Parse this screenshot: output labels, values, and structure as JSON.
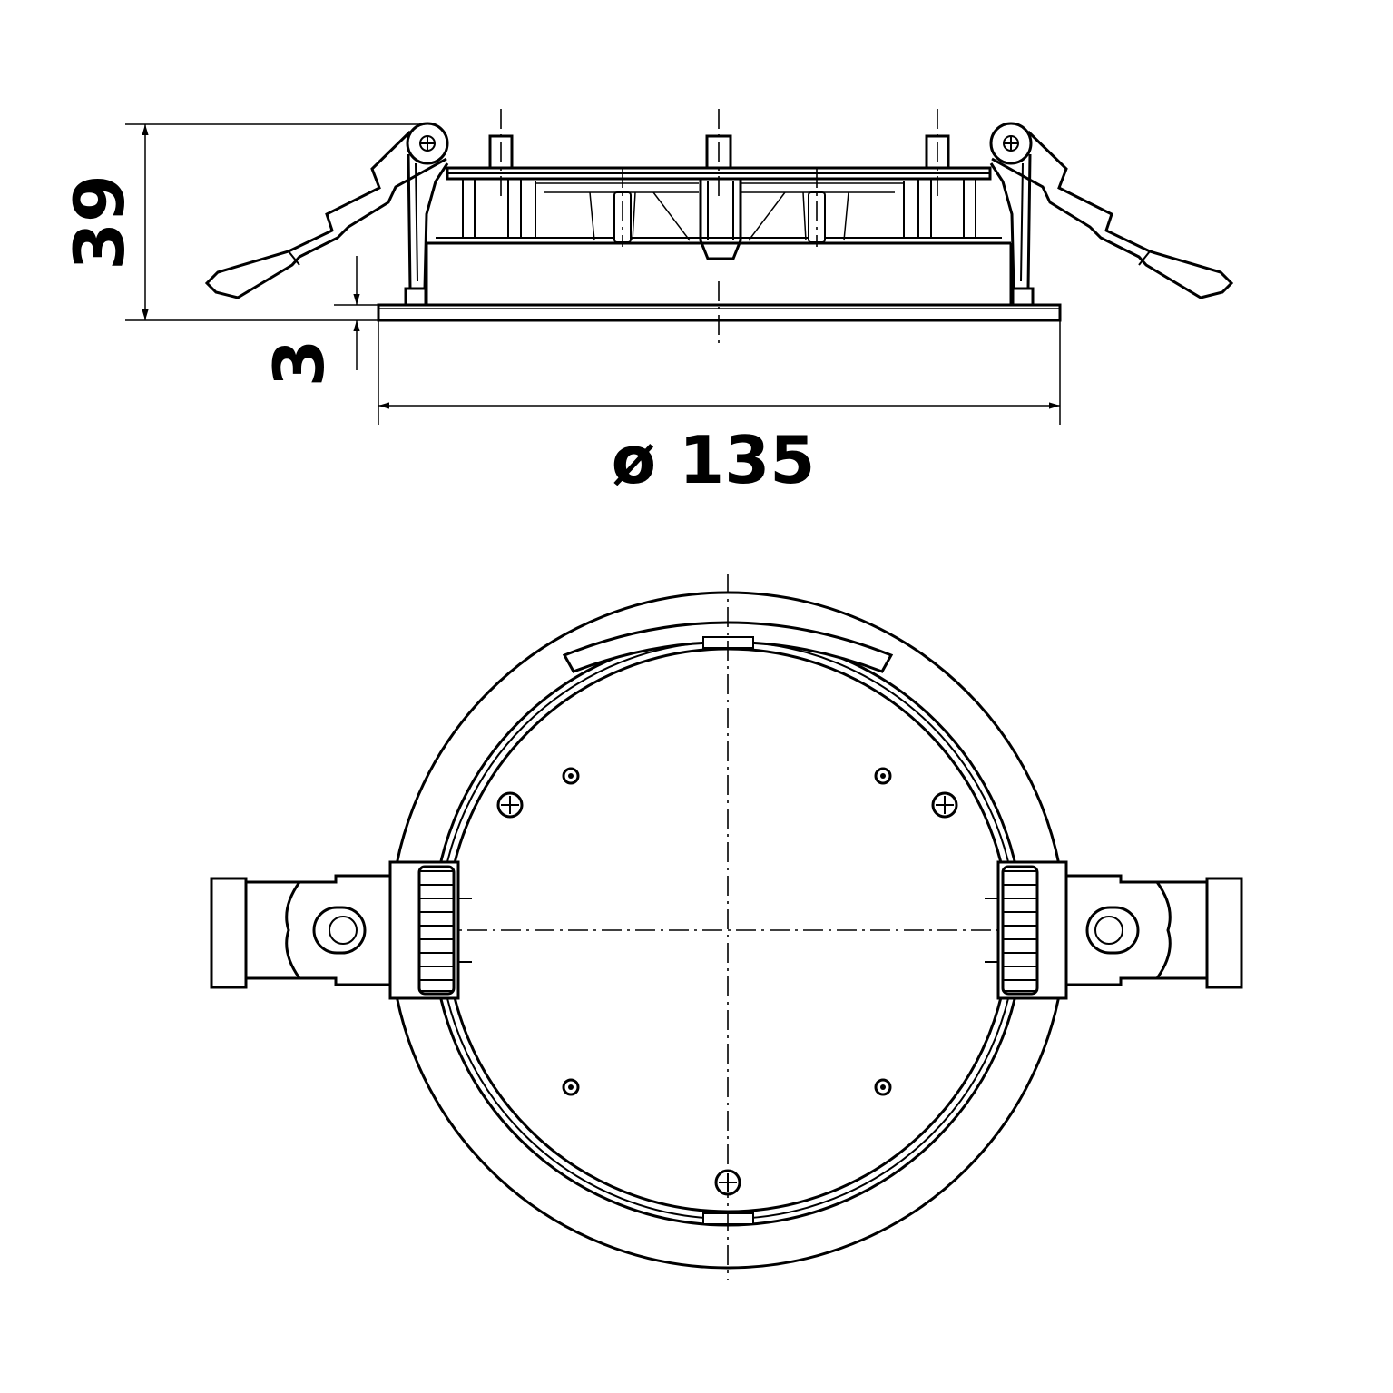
{
  "dimensions": {
    "height_label": "39",
    "flange_label": "3",
    "diameter_label": "ø 135"
  },
  "colors": {
    "line": "#000000",
    "background": "#ffffff"
  }
}
